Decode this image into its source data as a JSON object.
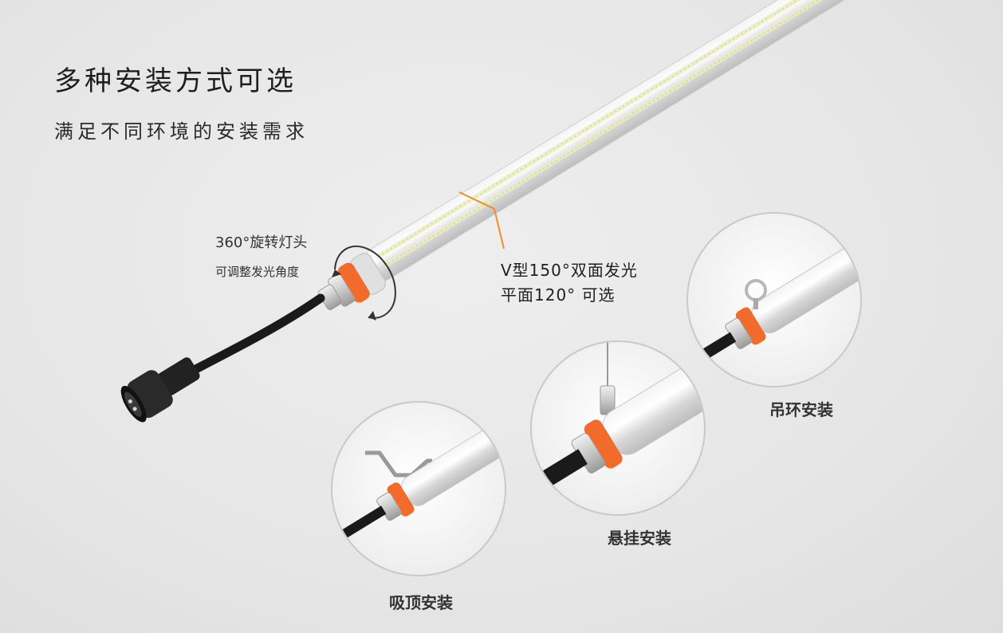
{
  "headline": "多种安装方式可选",
  "subheadline": "满足不同环境的安装需求",
  "rotation": {
    "title": "360°旋转灯头",
    "description": "可调整发光角度"
  },
  "beam": {
    "line1": "V型150°双面发光",
    "line2": "平面120° 可选"
  },
  "mounting_options": [
    {
      "label": "吸顶安装"
    },
    {
      "label": "悬挂安装"
    },
    {
      "label": "吊环安装"
    }
  ],
  "colors": {
    "accent": "#f26b2a",
    "background": "#e7e7e7",
    "cable": "#1a1a1a"
  }
}
